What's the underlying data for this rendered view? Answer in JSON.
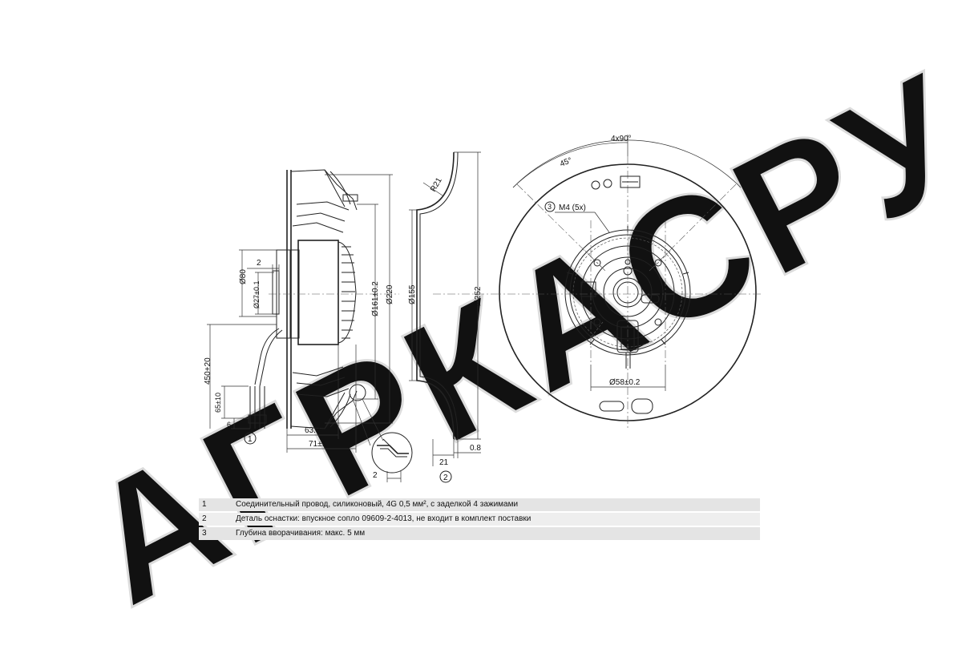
{
  "watermark": "АГРКАСРУ",
  "dimensions": {
    "d80": "Ø80",
    "d27": "Ø27±0.1",
    "d161": "Ø161±0.2",
    "d220": "Ø220",
    "d155": "Ø155",
    "d252": "Ø252",
    "d58": "Ø58±0.2",
    "len2_top": "2",
    "len450": "450+20",
    "len65": "65±10",
    "len6": "6",
    "len63": "63.7",
    "len71": "71±1",
    "len2_bottom": "2",
    "len21": "21",
    "len08": "0.8",
    "r21": "R21",
    "angle45": "45°",
    "angle4x90": "4x90°",
    "m4": "M4 (5x)"
  },
  "callouts": {
    "c1": "1",
    "c2": "2",
    "c3": "3"
  },
  "notes": [
    {
      "num": "1",
      "text": "Соединительный провод, силиконовый, 4G 0,5 мм², с заделкой 4 зажимами"
    },
    {
      "num": "2",
      "text": "Деталь оснастки: впускное сопло 09609-2-4013, не входит в комплект поставки"
    },
    {
      "num": "3",
      "text": "Глубина вворачивания: макс. 5 мм"
    }
  ]
}
